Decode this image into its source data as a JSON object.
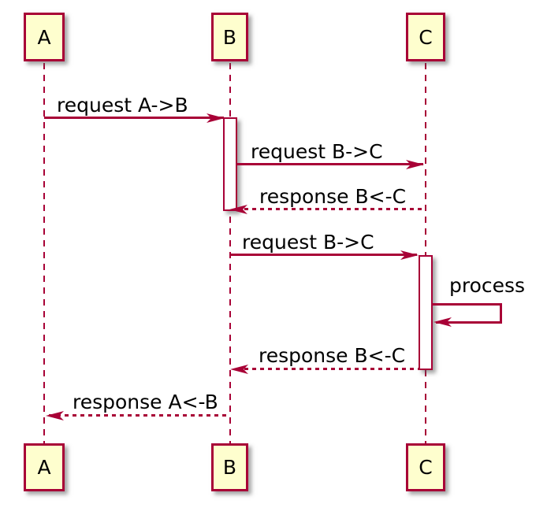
{
  "diagram": {
    "type": "sequence",
    "participants": [
      {
        "label": "A"
      },
      {
        "label": "B"
      },
      {
        "label": "C"
      }
    ],
    "messages": [
      {
        "label": "request A->B",
        "from": "A",
        "to": "B",
        "style": "solid"
      },
      {
        "label": "request B->C",
        "from": "B",
        "to": "C",
        "style": "solid"
      },
      {
        "label": "response B<-C",
        "from": "C",
        "to": "B",
        "style": "dashed"
      },
      {
        "label": "request B->C",
        "from": "B",
        "to": "C",
        "style": "solid"
      },
      {
        "label": "process",
        "from": "C",
        "to": "C",
        "style": "self"
      },
      {
        "label": "response B<-C",
        "from": "C",
        "to": "B",
        "style": "dashed"
      },
      {
        "label": "response A<-B",
        "from": "B",
        "to": "A",
        "style": "dashed"
      }
    ],
    "colors": {
      "accent": "#A80036",
      "participant_fill": "#FEFECE",
      "text": "#000000",
      "background": "#FFFFFF"
    }
  }
}
